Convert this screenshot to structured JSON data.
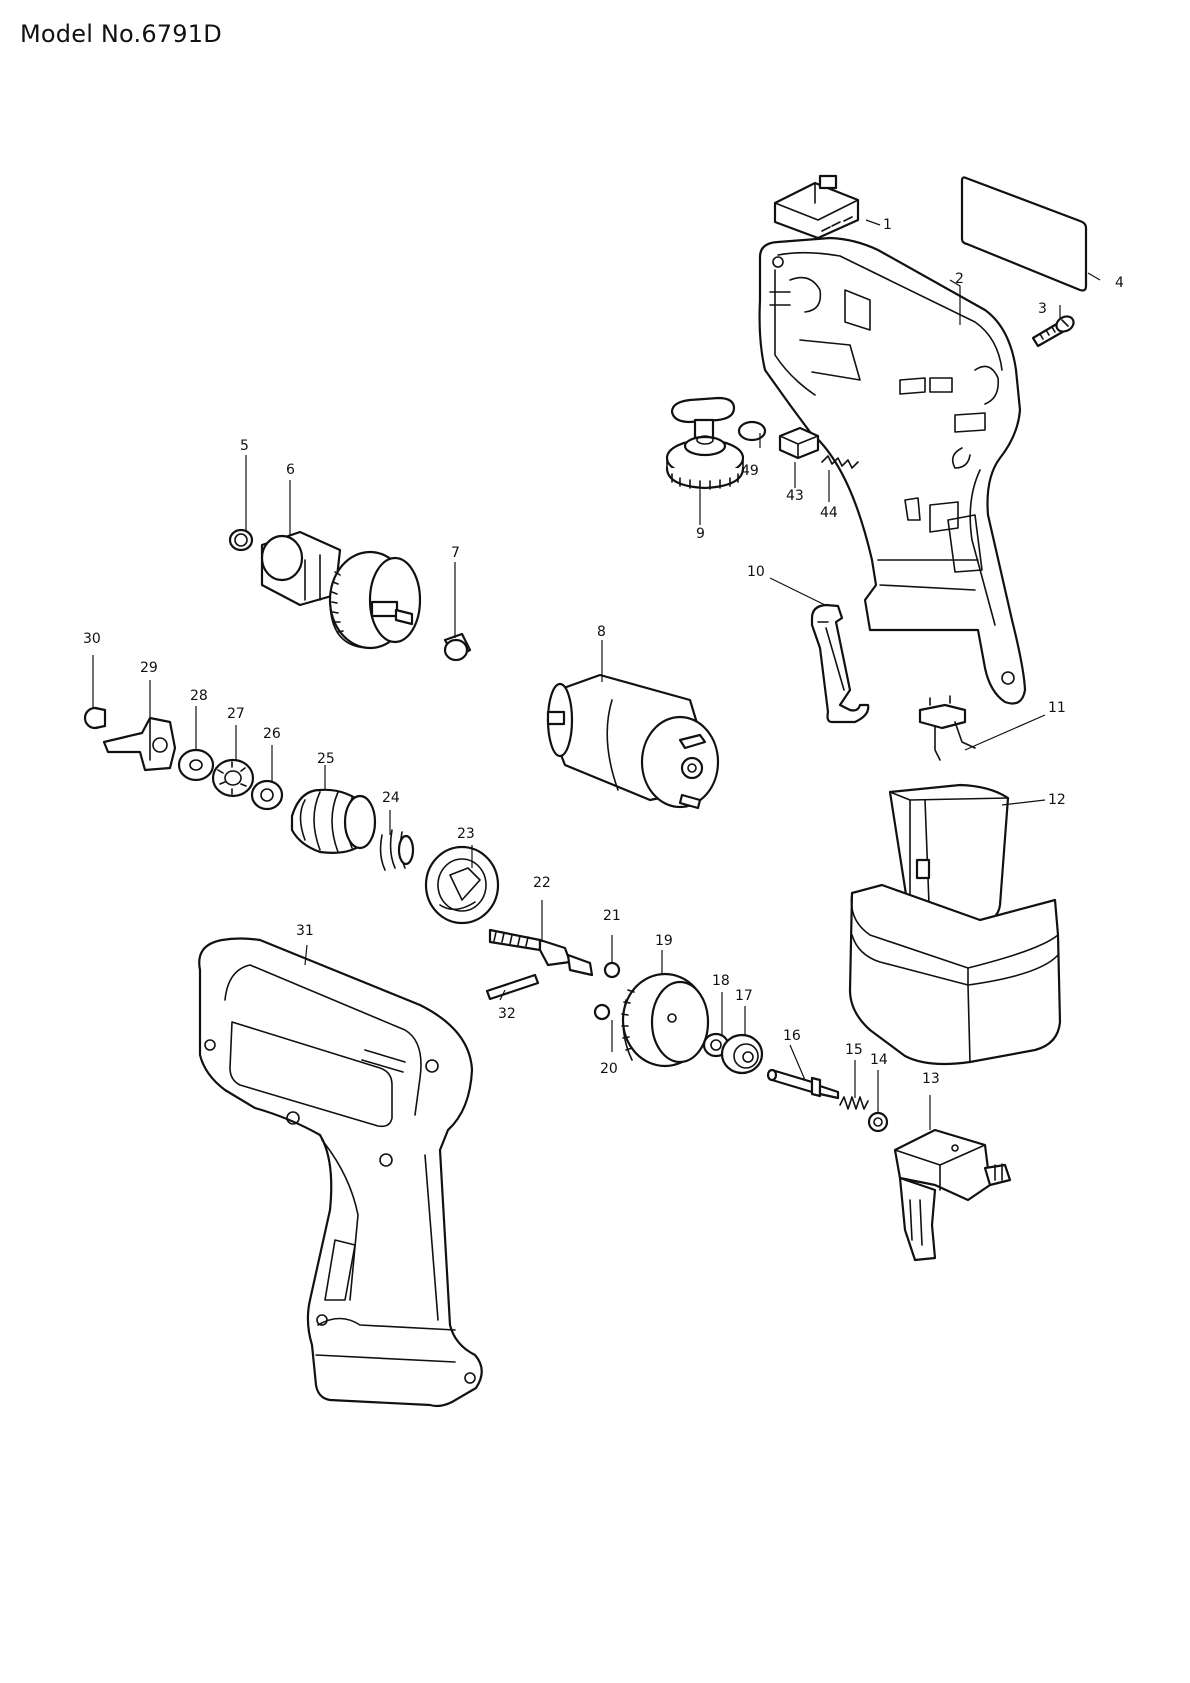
{
  "header": {
    "model_title": "Model No.6791D"
  },
  "callouts": [
    "1",
    "2",
    "3",
    "4",
    "5",
    "6",
    "7",
    "8",
    "9",
    "10",
    "11",
    "12",
    "13",
    "14",
    "15",
    "16",
    "17",
    "18",
    "19",
    "20",
    "21",
    "22",
    "23",
    "24",
    "25",
    "26",
    "27",
    "28",
    "29",
    "30",
    "31",
    "32",
    "43",
    "44",
    "49"
  ]
}
